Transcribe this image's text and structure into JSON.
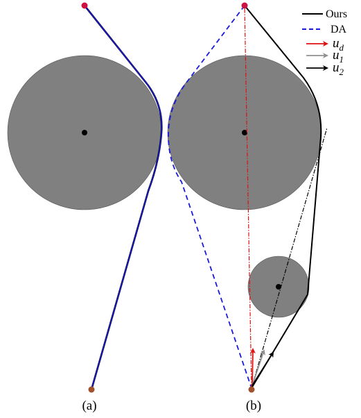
{
  "panels": {
    "a_label": "(a)",
    "b_label": "(b)"
  },
  "legend": {
    "ours": "Ours",
    "da": "DA",
    "u_d_base": "u",
    "u_d_sub": "d",
    "u_1_base": "u",
    "u_1_sub": "1",
    "u_2_base": "u",
    "u_2_sub": "2"
  },
  "colors": {
    "obstacle": "#808080",
    "ours": "#000000",
    "da": "#1a1adc",
    "u_d": "#e01010",
    "u_1": "#909090",
    "u_2": "#000000",
    "goal": "#cc1144",
    "start": "#a0522d"
  }
}
